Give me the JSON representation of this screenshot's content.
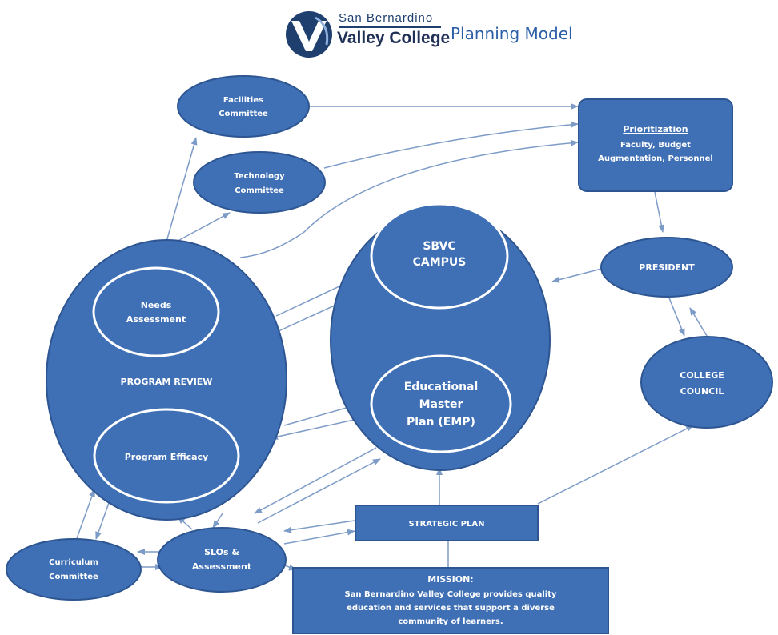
{
  "header": {
    "logo_line1": "San Bernardino",
    "logo_line2": "Valley College",
    "title": "Planning Model"
  },
  "nodes": {
    "facilities": [
      "Facilities",
      "Committee"
    ],
    "technology": [
      "Technology",
      "Committee"
    ],
    "prioritization": {
      "heading": "Prioritization",
      "lines": [
        "Faculty, Budget",
        "Augmentation, Personnel"
      ]
    },
    "president": "PRESIDENT",
    "college_council": [
      "COLLEGE",
      "COUNCIL"
    ],
    "program_review": "PROGRAM REVIEW",
    "needs_assessment": [
      "Needs",
      "Assessment"
    ],
    "program_efficacy": "Program Efficacy",
    "sbvc_campus": [
      "SBVC",
      "CAMPUS"
    ],
    "emp": [
      "Educational",
      "Master",
      "Plan (EMP)"
    ],
    "strategic_plan": "STRATEGIC PLAN",
    "curriculum": [
      "Curriculum",
      "Committee"
    ],
    "slos": [
      "SLOs &",
      "Assessment"
    ],
    "mission": {
      "heading": "MISSION:",
      "lines": [
        "San Bernardino Valley College provides quality",
        "education and services that support a diverse",
        "community of learners."
      ]
    }
  },
  "colors": {
    "node_fill": "#3f6fb4",
    "node_stroke": "#2d5591",
    "inner_stroke": "#ffffff",
    "connector": "#7d9bc7",
    "title_blue": "#2c5fa8",
    "logo_dark": "#1f2f55"
  }
}
